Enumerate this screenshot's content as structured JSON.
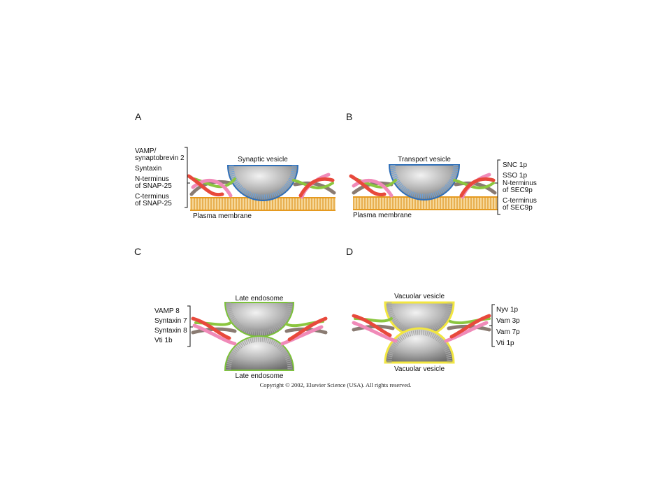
{
  "panels": {
    "A": {
      "letter": "A",
      "vesicle_label": "Synaptic vesicle",
      "membrane_label": "Plasma membrane",
      "labels": [
        "VAMP/",
        "synaptobrevin 2",
        "Syntaxin",
        "N-terminus",
        "of SNAP-25",
        "C-terminus",
        "of SNAP-25"
      ]
    },
    "B": {
      "letter": "B",
      "vesicle_label": "Transport vesicle",
      "membrane_label": "Plasma membrane",
      "labels": [
        "SNC 1p",
        "SSO 1p",
        "N-terminus",
        "of SEC9p",
        "C-terminus",
        "of SEC9p"
      ]
    },
    "C": {
      "letter": "C",
      "top_label": "Late endosome",
      "bottom_label": "Late endosome",
      "labels": [
        "VAMP 8",
        "Syntaxin 7",
        "Syntaxin 8",
        "Vti 1b"
      ]
    },
    "D": {
      "letter": "D",
      "top_label": "Vacuolar vesicle",
      "bottom_label": "Vacuolar vesicle",
      "labels": [
        "Nyv 1p",
        "Vam 3p",
        "Vam 7p",
        "Vti 1p"
      ]
    }
  },
  "copyright": "Copyright © 2002, Elsevier Science (USA). All rights reserved.",
  "colors": {
    "vamp": "#e8493c",
    "syntaxin": "#f08ab8",
    "snap_n": "#8cc63f",
    "snap_c": "#8a7b72",
    "membrane": "#f0b54a",
    "synaptic_rim": "#3a7fc8",
    "endosome_rim": "#8cc63f",
    "vacuole_rim": "#f2e640",
    "vesicle_fill": "#8c8c8c"
  }
}
